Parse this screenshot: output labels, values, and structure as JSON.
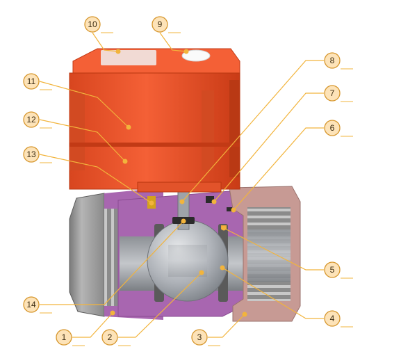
{
  "colors": {
    "actuator": "#f0552a",
    "actuator_dark": "#c23a15",
    "body_gray": "#9a9a9a",
    "body_dark": "#6e6e6e",
    "section_purple": "#a866b0",
    "nut_pink": "#c79a94",
    "ball_gray": "#b8bcc2",
    "leader": "#f2b43c",
    "callout_fill": "#fde3b8",
    "callout_stroke": "#d6962c"
  },
  "callouts": [
    {
      "id": "c10",
      "label": "10"
    },
    {
      "id": "c9",
      "label": "9"
    },
    {
      "id": "c8",
      "label": "8"
    },
    {
      "id": "c11",
      "label": "11"
    },
    {
      "id": "c7",
      "label": "7"
    },
    {
      "id": "c12",
      "label": "12"
    },
    {
      "id": "c6",
      "label": "6"
    },
    {
      "id": "c13",
      "label": "13"
    },
    {
      "id": "c5",
      "label": "5"
    },
    {
      "id": "c14",
      "label": "14"
    },
    {
      "id": "c4",
      "label": "4"
    },
    {
      "id": "c1",
      "label": "1"
    },
    {
      "id": "c2",
      "label": "2"
    },
    {
      "id": "c3",
      "label": "3"
    }
  ]
}
